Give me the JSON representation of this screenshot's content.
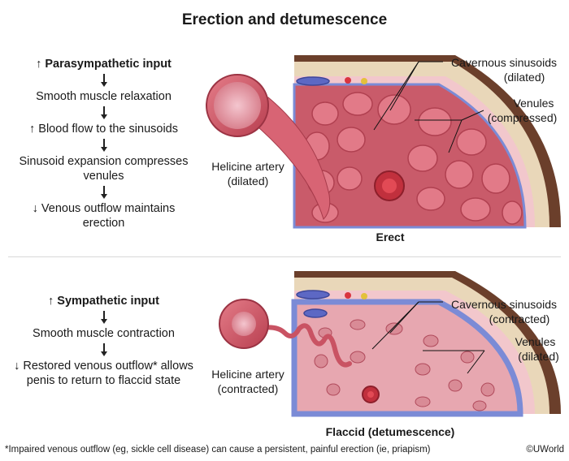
{
  "title": "Erection and detumescence",
  "top_flow": {
    "steps": [
      "↑ Parasympathetic input",
      "Smooth muscle relaxation",
      "↑ Blood flow to the sinusoids",
      "Sinusoid expansion compresses venules",
      "↓ Venous outflow maintains erection"
    ]
  },
  "bottom_flow": {
    "steps": [
      "↑ Sympathetic input",
      "Smooth muscle contraction",
      "↓ Restored venous outflow* allows penis to return to flaccid state"
    ]
  },
  "erect": {
    "caption": "Erect",
    "helicine_label": [
      "Helicine artery",
      "(dilated)"
    ],
    "sinusoids_label": [
      "Cavernous sinusoids",
      "(dilated)"
    ],
    "venules_label": [
      "Venules",
      "(compressed)"
    ]
  },
  "flaccid": {
    "caption": "Flaccid (detumescence)",
    "helicine_label": [
      "Helicine artery",
      "(contracted)"
    ],
    "sinusoids_label": [
      "Cavernous sinusoids",
      "(contracted)"
    ],
    "venules_label": [
      "Venules",
      "(dilated)"
    ]
  },
  "footnote": "*Impaired venous outflow (eg, sickle cell disease) can cause a persistent, painful erection (ie, priapism)",
  "copyright": "©UWorld"
}
